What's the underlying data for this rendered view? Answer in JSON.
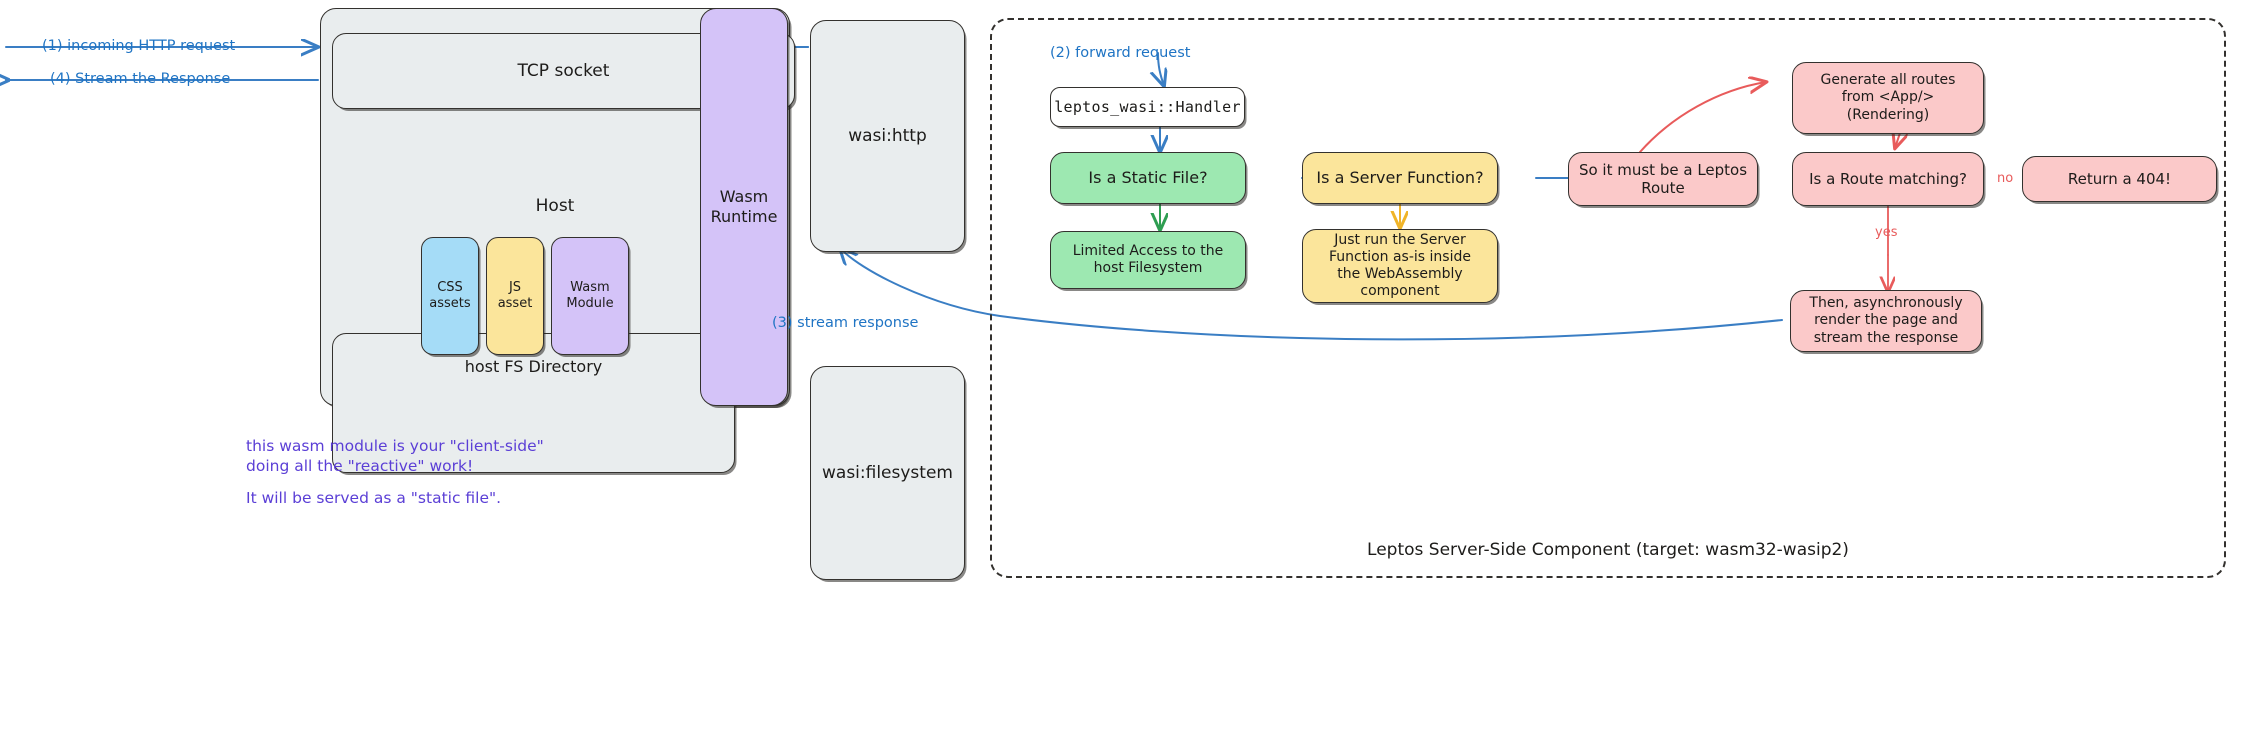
{
  "diagram": {
    "title_caption": "Leptos Server-Side Component (target: wasm32-wasip2)",
    "host": {
      "label": "Host",
      "tcp_socket": "TCP socket",
      "fs_directory_label": "host FS Directory",
      "assets": [
        {
          "label": "CSS\nassets",
          "color": "#a5dcf7"
        },
        {
          "label": "JS\nasset",
          "color": "#fbe59b"
        },
        {
          "label": "Wasm\nModule",
          "color": "#d4c3f8"
        }
      ]
    },
    "wasm_runtime": {
      "label": "Wasm\nRuntime",
      "color": "#d4c3f8"
    },
    "wasi": {
      "http": "wasi:http",
      "filesystem": "wasi:filesystem"
    },
    "flow": {
      "handler": "leptos_wasi::Handler",
      "is_static_file": "Is a Static File?",
      "limited_access": "Limited Access to the\nhost Filesystem",
      "is_server_function": "Is a Server Function?",
      "just_run_server_fn": "Just run the Server\nFunction as-is inside\nthe WebAssembly\ncomponent",
      "must_be_leptos_route": "So it must be a Leptos\nRoute",
      "generate_routes": "Generate all routes\nfrom <App/>\n(Rendering)",
      "is_route_matching": "Is a Route matching?",
      "return_404": "Return a 404!",
      "async_render": "Then, asynchronously\nrender the page and\nstream the response"
    },
    "edge_labels": {
      "step1": "(1) incoming HTTP request",
      "step2": "(2) forward request",
      "step3": "(3) stream response",
      "step4": "(4) Stream the Response",
      "no": "no",
      "yes": "yes"
    },
    "notes": {
      "wasm_note_line1": "this wasm module is your \"client-side\"",
      "wasm_note_line2": "doing all the \"reactive\" work!",
      "wasm_note_line3": "It will be served as a \"static file\"."
    },
    "colors": {
      "grey_fill": "#e9edee",
      "purple_fill": "#d4c3f8",
      "green_fill": "#9de8b1",
      "yellow_fill": "#fbe59b",
      "pink_fill": "#fbc9c9",
      "blue_fill": "#a5dcf7",
      "stroke": "#33312e",
      "blue_arrow": "#3a7ec4",
      "green_arrow": "#2f9e52",
      "yellow_arrow": "#f0b429",
      "red_arrow": "#e85b5b",
      "purple_text": "#5b3fd6"
    }
  }
}
